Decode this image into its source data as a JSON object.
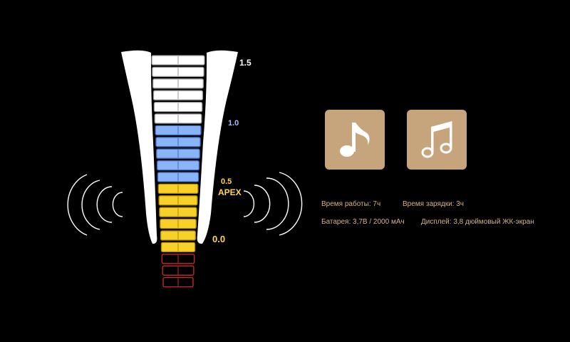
{
  "scale": {
    "labels": [
      "1.5",
      "1.0",
      "0.5",
      "APEX",
      "0.0"
    ],
    "label_colors": [
      "#ffffff",
      "#9ec0ff",
      "#ffd84a",
      "#ffd84a",
      "#ffd84a"
    ]
  },
  "meter": {
    "segments": {
      "white": 6,
      "blue": 5,
      "yellow": 6,
      "red": 3
    },
    "colors": {
      "white_fill": "#ffffff",
      "white_stroke": "#9a9a9a",
      "blue_fill": "#8ab4f8",
      "blue_stroke": "#3c6bbf",
      "yellow_fill": "#f7d02a",
      "yellow_stroke": "#b08a00",
      "red_stroke": "#cc2a2a"
    }
  },
  "icons": {
    "left_waves": "sound-waves-left-icon",
    "right_waves": "sound-waves-right-icon",
    "button_1": "music-note-icon",
    "button_2": "double-music-note-icon"
  },
  "colors": {
    "accent_tile": "#c6a57c",
    "info_text": "#d6b48a",
    "background": "#000000"
  },
  "specs": {
    "work_time": "Время работы: 7ч",
    "charge_time": "Время зарядки: 3ч",
    "battery": "Батарея: 3,7В / 2000 мАч",
    "display": "Дисплей: 3,8 дюймовый ЖК-экран"
  }
}
